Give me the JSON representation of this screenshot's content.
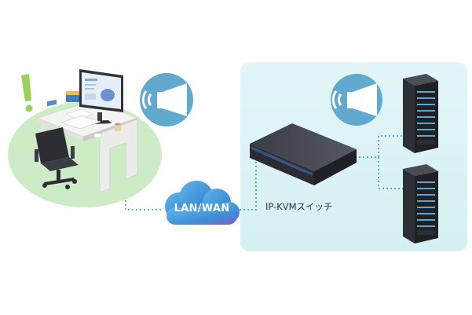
{
  "network_label": "LAN/WAN",
  "switch_label": "IP-KVMスイッチ",
  "colors": {
    "panel_fill": "#dff4f6",
    "floor_fill": "#cdebc4",
    "cloud_fill": "#4aa3df",
    "speaker_circle": "#62a9cf",
    "connector_line": "#3a8fd0",
    "alert_mark": "#9cd05b"
  },
  "icons": [
    "desk-workstation",
    "alert-exclamation",
    "speaker-icon",
    "cloud-icon",
    "kvm-switch-device",
    "server-rack-icon"
  ]
}
